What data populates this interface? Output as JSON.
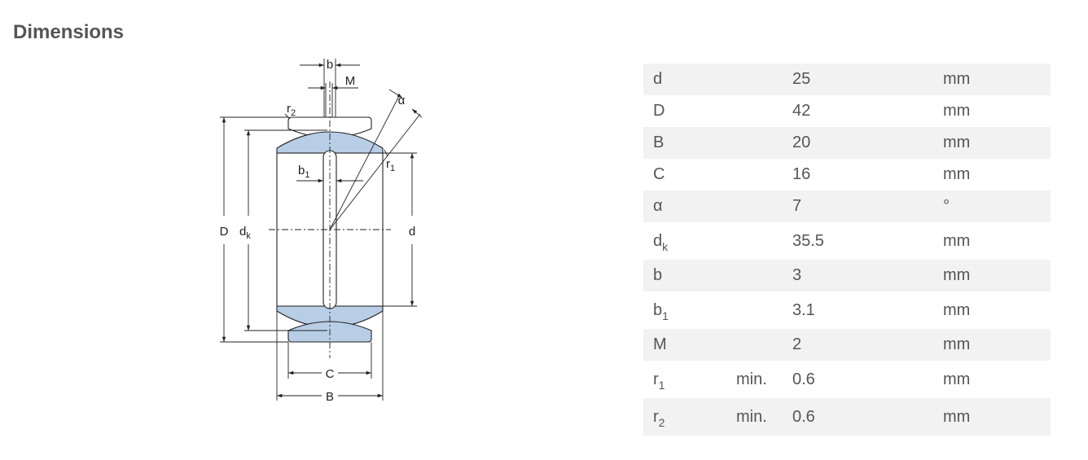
{
  "page": {
    "title": "Dimensions"
  },
  "diagram": {
    "labels": {
      "b": "b",
      "M": "M",
      "alpha": "α",
      "r2_base": "r",
      "r2_sub": "2",
      "r1_base": "r",
      "r1_sub": "1",
      "b1_base": "b",
      "b1_sub": "1",
      "D": "D",
      "dk_base": "d",
      "dk_sub": "k",
      "d": "d",
      "C": "C",
      "B": "B"
    },
    "colors": {
      "fill": "#b8cde6",
      "line": "#222222"
    }
  },
  "dimensions": {
    "rows": [
      {
        "symbol": "d",
        "sub": "",
        "qualifier": "",
        "value": "25",
        "unit": "mm"
      },
      {
        "symbol": "D",
        "sub": "",
        "qualifier": "",
        "value": "42",
        "unit": "mm"
      },
      {
        "symbol": "B",
        "sub": "",
        "qualifier": "",
        "value": "20",
        "unit": "mm"
      },
      {
        "symbol": "C",
        "sub": "",
        "qualifier": "",
        "value": "16",
        "unit": "mm"
      },
      {
        "symbol": "α",
        "sub": "",
        "qualifier": "",
        "value": "7",
        "unit": "°"
      },
      {
        "symbol": "d",
        "sub": "k",
        "qualifier": "",
        "value": "35.5",
        "unit": "mm"
      },
      {
        "symbol": "b",
        "sub": "",
        "qualifier": "",
        "value": "3",
        "unit": "mm"
      },
      {
        "symbol": "b",
        "sub": "1",
        "qualifier": "",
        "value": "3.1",
        "unit": "mm"
      },
      {
        "symbol": "M",
        "sub": "",
        "qualifier": "",
        "value": "2",
        "unit": "mm"
      },
      {
        "symbol": "r",
        "sub": "1",
        "qualifier": "min.",
        "value": "0.6",
        "unit": "mm"
      },
      {
        "symbol": "r",
        "sub": "2",
        "qualifier": "min.",
        "value": "0.6",
        "unit": "mm"
      }
    ]
  }
}
